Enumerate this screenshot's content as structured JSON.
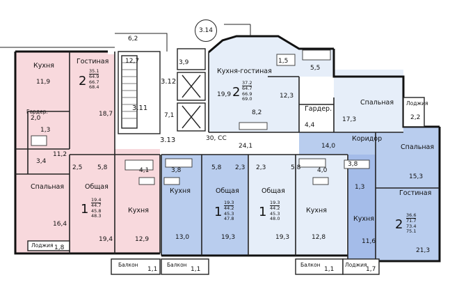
{
  "plan": {
    "colors": {
      "pink": "#f8d9dd",
      "blue_light": "#e6eef9",
      "blue_mid": "#b9cdee",
      "blue_dark": "#7d9ee0",
      "wall": "#111111"
    },
    "section_labels": {
      "s314": "3.14",
      "s312": "3.12",
      "s311": "3.11",
      "s313": "3.13",
      "corridor": "30, СС"
    },
    "apartments": {
      "a1": {
        "rooms": "2",
        "areas": [
          "35.1",
          "64.9",
          "66.7",
          "68.4"
        ]
      },
      "a2": {
        "rooms": "2",
        "areas": [
          "37.2",
          "64.7",
          "66.9",
          "69.0"
        ]
      },
      "a3": {
        "rooms": "1",
        "areas": [
          "19.4",
          "44.7",
          "45.8",
          "48.3"
        ]
      },
      "a4": {
        "rooms": "1",
        "areas": [
          "19.3",
          "44.2",
          "45.3",
          "47.8"
        ]
      },
      "a5": {
        "rooms": "1",
        "areas": [
          "19.3",
          "44.2",
          "45.3",
          "48.0"
        ]
      },
      "a6": {
        "rooms": "2",
        "areas": [
          "36.6",
          "71.7",
          "73.4",
          "75.1"
        ]
      }
    },
    "room_names": {
      "kitchen": "Кухня",
      "living": "Гостиная",
      "kitchen_living": "Кухня-гостиная",
      "bedroom": "Спальная",
      "common": "Общая",
      "wardrobe": "Гардер.",
      "corridor": "Коридор",
      "loggia": "Лоджия",
      "balcony": "Балкон"
    },
    "values": {
      "v6_2": "6,2",
      "v12_7": "12,7",
      "v3_9": "3,9",
      "v7_1": "7,1",
      "v11_9": "11,9",
      "v18_7": "18,7",
      "v2_0": "2,0",
      "v1_3a": "1,3",
      "v11_2": "11,2",
      "v3_4": "3,4",
      "v16_4": "16,4",
      "v1_8": "1,8",
      "v19_9": "19,9",
      "v8_2": "8,2",
      "v1_5": "1,5",
      "v5_5": "5,5",
      "v12_3": "12,3",
      "v17_3": "17,3",
      "v4_4": "4,4",
      "v2_2": "2,2",
      "v14_0": "14,0",
      "v15_3": "15,3",
      "v21_3": "21,3",
      "v24_1": "24,1",
      "v2_5": "2,5",
      "v5_8a": "5,8",
      "v4_1": "4,1",
      "v19_4": "19,4",
      "v12_9": "12,9",
      "v3_8a": "3,8",
      "v5_8b": "5,8",
      "v2_3a": "2,3",
      "v13_0": "13,0",
      "v19_3a": "19,3",
      "v2_3b": "2,3",
      "v5_8c": "5,8",
      "v19_3b": "19,3",
      "v4_0": "4,0",
      "v12_8": "12,8",
      "v3_8b": "3,8",
      "v1_3b": "1,3",
      "v11_6": "11,6",
      "v1_1a": "1,1",
      "v1_1b": "1,1",
      "v1_1c": "1,1",
      "v1_7": "1,7"
    }
  }
}
